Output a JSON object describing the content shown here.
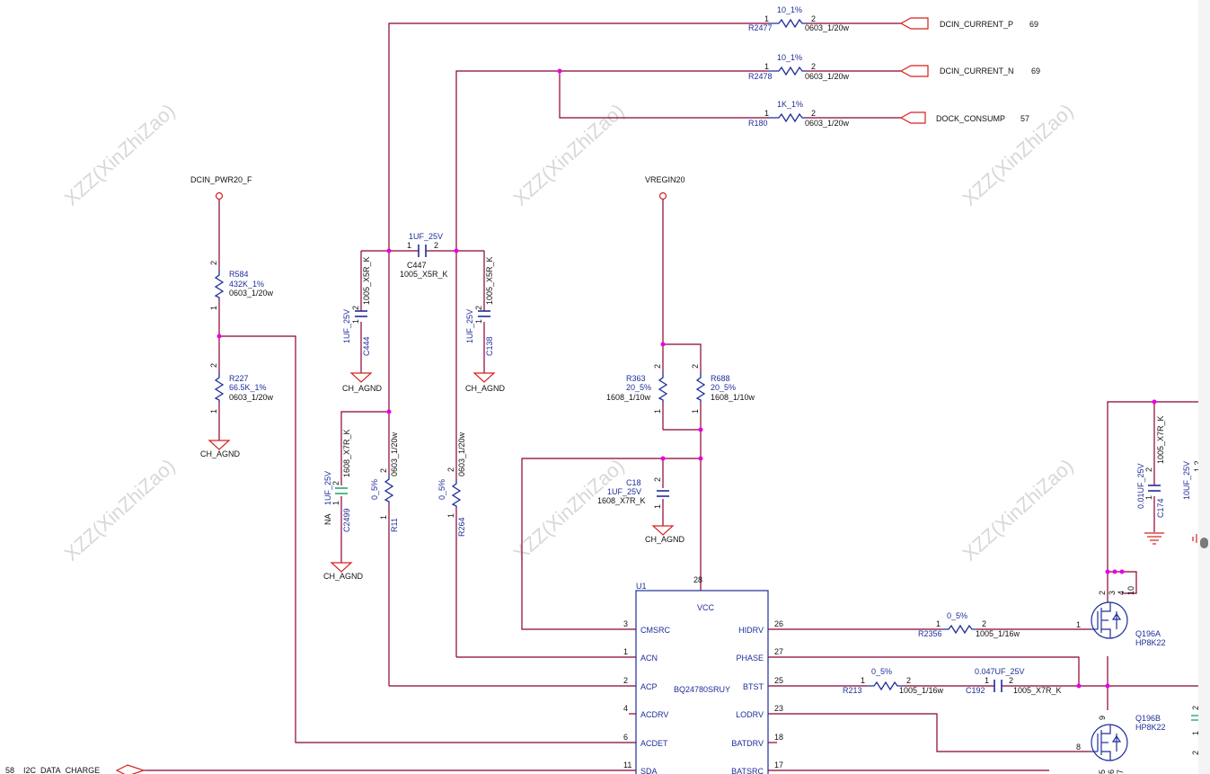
{
  "watermark": "XZZ(XinZhiZao)",
  "colors": {
    "wire": "#8b0033",
    "component": "#1f2d9a",
    "ground": "#d62020",
    "junction": "#e600e6",
    "na_cap": "#2aa86a"
  },
  "nets": {
    "dcin_pwr20_f": "DCIN_PWR20_F",
    "vregin20": "VREGIN20",
    "ch_agnd": "CH_AGND",
    "dcin_current_p": "DCIN_CURRENT_P",
    "dcin_current_p_page": "69",
    "dcin_current_n": "DCIN_CURRENT_N",
    "dcin_current_n_page": "69",
    "dock_consump": "DOCK_CONSUMP",
    "dock_consump_page": "57",
    "i2c_page": "58",
    "i2c_data_charge": "I2C_DATA_CHARGE"
  },
  "resistors": {
    "r2477": {
      "ref": "R2477",
      "value": "10_1%",
      "pkg": "0603_1/20w",
      "pin1": "1",
      "pin2": "2"
    },
    "r2478": {
      "ref": "R2478",
      "value": "10_1%",
      "pkg": "0603_1/20w",
      "pin1": "1",
      "pin2": "2"
    },
    "r180": {
      "ref": "R180",
      "value": "1K_1%",
      "pkg": "0603_1/20w",
      "pin1": "1",
      "pin2": "2"
    },
    "r584": {
      "ref": "R584",
      "value": "432K_1%",
      "pkg": "0603_1/20w",
      "pin1": "1",
      "pin2": "2"
    },
    "r227": {
      "ref": "R227",
      "value": "66.5K_1%",
      "pkg": "0603_1/20w",
      "pin1": "1",
      "pin2": "2"
    },
    "r11": {
      "ref": "R11",
      "value": "0_5%",
      "pkg": "0603_1/20w",
      "pin1": "1",
      "pin2": "2"
    },
    "r264": {
      "ref": "R264",
      "value": "0_5%",
      "pkg": "0603_1/20w",
      "pin1": "1",
      "pin2": "2"
    },
    "r363": {
      "ref": "R363",
      "value": "20_5%",
      "pkg": "1608_1/10w",
      "pin1": "1",
      "pin2": "2"
    },
    "r688": {
      "ref": "R688",
      "value": "20_5%",
      "pkg": "1608_1/10w",
      "pin1": "1",
      "pin2": "2"
    },
    "r2356": {
      "ref": "R2356",
      "value": "0_5%",
      "pkg": "1005_1/16w",
      "pin1": "1",
      "pin2": "2"
    },
    "r213": {
      "ref": "R213",
      "value": "0_5%",
      "pkg": "1005_1/16w",
      "pin1": "1",
      "pin2": "2"
    }
  },
  "capacitors": {
    "c447": {
      "ref": "C447",
      "value": "1UF_25V",
      "pkg": "1005_X5R_K",
      "pin1": "1",
      "pin2": "2"
    },
    "c444": {
      "ref": "C444",
      "value": "1UF_25V",
      "pkg": "1005_X5R_K",
      "pin1": "1",
      "pin2": "2"
    },
    "c138": {
      "ref": "C138",
      "value": "1UF_25V",
      "pkg": "1005_X5R_K",
      "pin1": "1",
      "pin2": "2"
    },
    "c2499": {
      "ref": "C2499",
      "value": "1UF_25V",
      "pkg": "1608_X7R_K",
      "pin1": "1",
      "pin2": "2",
      "na": "NA"
    },
    "c18": {
      "ref": "C18",
      "value": "1UF_25V",
      "pkg": "1608_X7R_K",
      "pin1": "1",
      "pin2": "2"
    },
    "c192": {
      "ref": "C192",
      "value": "0.047UF_25V",
      "pkg": "1005_X7R_K",
      "pin1": "1",
      "pin2": "2"
    },
    "c174": {
      "ref": "C174",
      "value": "0.01UF_25V",
      "pkg": "1005_X7R_K",
      "pin1": "1",
      "pin2": "2"
    },
    "c_right": {
      "value": "10UF_25V",
      "pin_labels": "1  2"
    }
  },
  "ic": {
    "ref": "U1",
    "part": "BQ24780SRUY",
    "vcc": "VCC",
    "vcc_pin": "28",
    "left_pins": [
      {
        "num": "3",
        "name": "CMSRC"
      },
      {
        "num": "1",
        "name": "ACN"
      },
      {
        "num": "2",
        "name": "ACP"
      },
      {
        "num": "4",
        "name": "ACDRV"
      },
      {
        "num": "6",
        "name": "ACDET"
      },
      {
        "num": "11",
        "name": "SDA"
      }
    ],
    "right_pins": [
      {
        "num": "26",
        "name": "HIDRV"
      },
      {
        "num": "27",
        "name": "PHASE"
      },
      {
        "num": "25",
        "name": "BTST"
      },
      {
        "num": "23",
        "name": "LODRV"
      },
      {
        "num": "18",
        "name": "BATDRV"
      },
      {
        "num": "17",
        "name": "BATSRC"
      }
    ]
  },
  "mosfets": {
    "q196a": {
      "ref": "Q196A",
      "part": "HP8K22",
      "gate": "1",
      "pins_top": [
        "2",
        "3",
        "4"
      ],
      "pin_side": "10"
    },
    "q196b": {
      "ref": "Q196B",
      "part": "HP8K22",
      "gate": "8",
      "pin_top": "9",
      "pins_bottom": [
        "5",
        "6",
        "7"
      ]
    }
  },
  "right_edge_pins": [
    "2",
    "1",
    "2"
  ]
}
